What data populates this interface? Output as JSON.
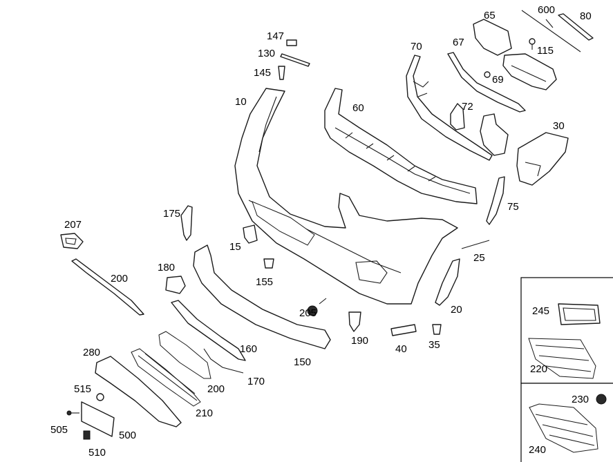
{
  "labels": {
    "l10": "10",
    "l15": "15",
    "l20": "20",
    "l25": "25",
    "l30": "30",
    "l35": "35",
    "l40": "40",
    "l60": "60",
    "l65": "65",
    "l67": "67",
    "l69": "69",
    "l70": "70",
    "l72": "72",
    "l75": "75",
    "l80": "80",
    "l115": "115",
    "l130": "130",
    "l145": "145",
    "l147": "147",
    "l150": "150",
    "l155": "155",
    "l160": "160",
    "l170": "170",
    "l175": "175",
    "l180": "180",
    "l190": "190",
    "l200a": "200",
    "l200b": "200",
    "l205": "205",
    "l207": "207",
    "l210": "210",
    "l220": "220",
    "l230": "230",
    "l240": "240",
    "l245": "245",
    "l280": "280",
    "l500": "500",
    "l505": "505",
    "l510": "510",
    "l515": "515",
    "l600": "600"
  }
}
